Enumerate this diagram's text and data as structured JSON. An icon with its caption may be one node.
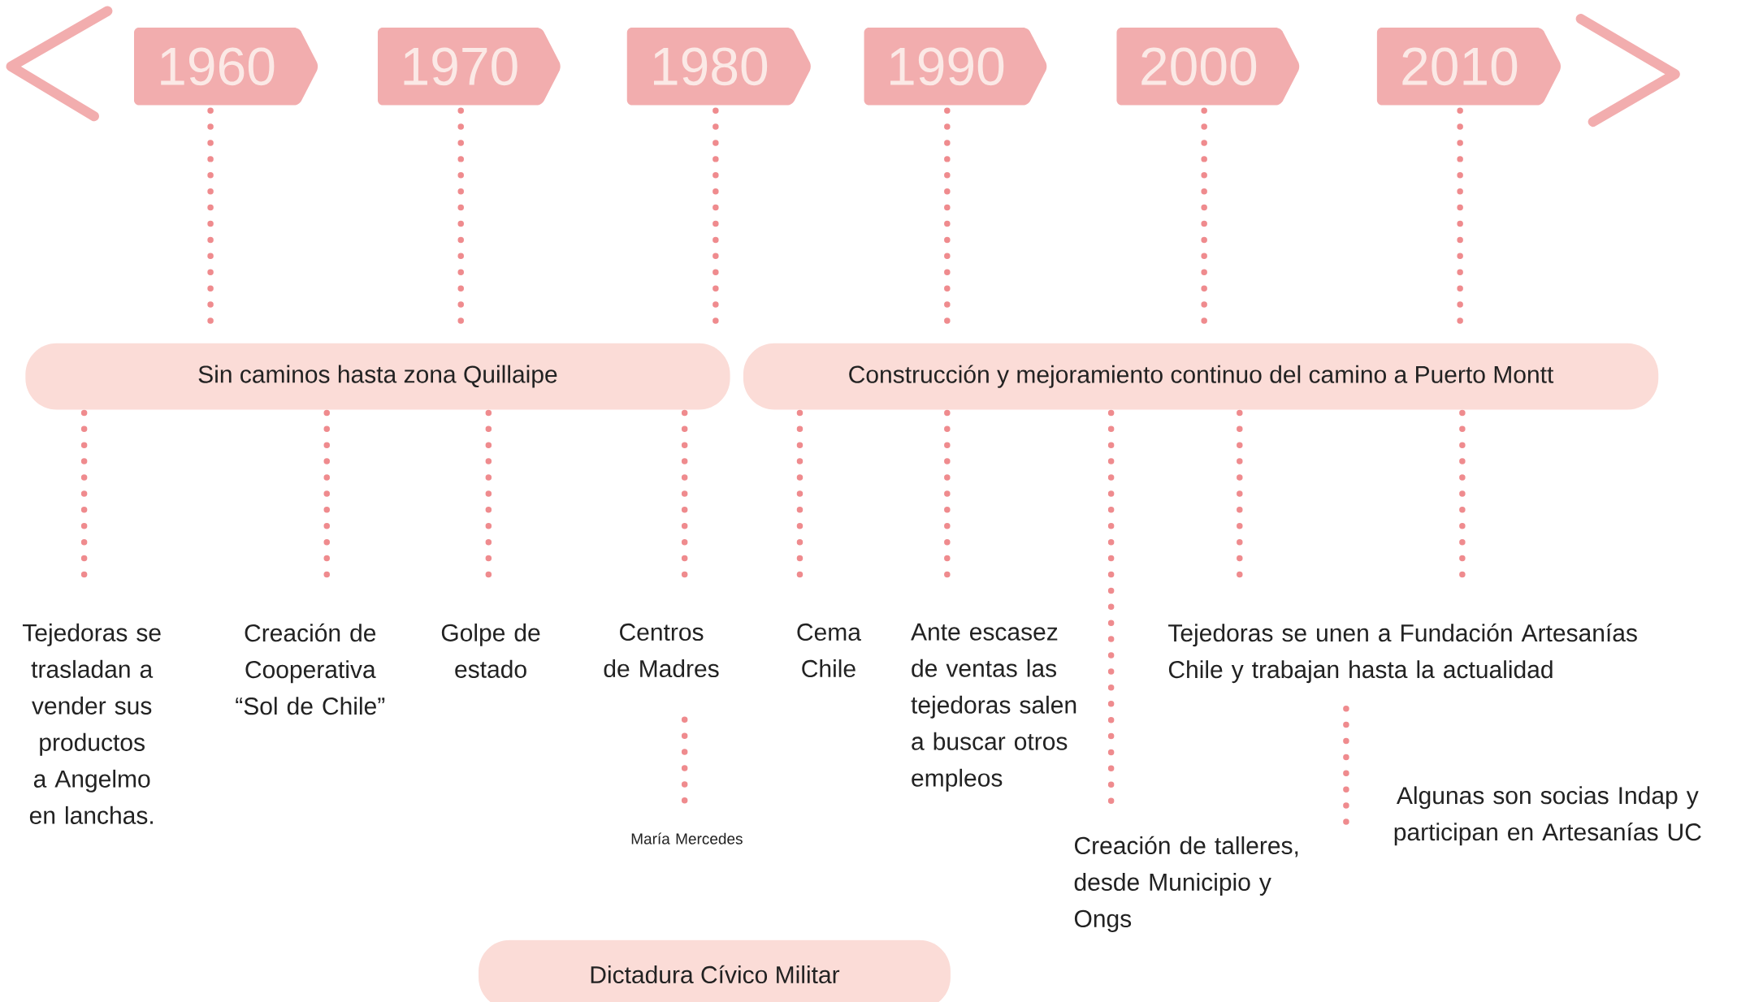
{
  "diagram": {
    "nodes": [
      {
        "text": [
          "1960"
        ]
      },
      {
        "text": [
          "1970"
        ]
      },
      {
        "text": [
          "1980"
        ]
      },
      {
        "text": [
          "1990"
        ]
      },
      {
        "text": [
          "2000"
        ]
      },
      {
        "text": [
          "2010"
        ]
      },
      {
        "text": [
          "Sin caminos hasta zona Quillaipe"
        ]
      },
      {
        "text": [
          "Construcción y mejoramiento continuo del camino a Puerto Montt"
        ]
      },
      {
        "text": [
          "Dictadura Cívico Militar"
        ]
      },
      {
        "text": [
          "Tejedoras se trasladan a vender sus productos a Angelmo en lanchas."
        ]
      },
      {
        "text": [
          "Creación de Cooperativa “Sol de Chile”"
        ]
      },
      {
        "text": [
          "Golpe de estado"
        ]
      },
      {
        "text": [
          "Centros de Madres"
        ]
      },
      {
        "text": [
          "María Mercedes"
        ]
      },
      {
        "text": [
          "Cema Chile"
        ]
      },
      {
        "text": [
          "Ante escasez de ventas las tejedoras salen a buscar otros empleos"
        ]
      },
      {
        "text": [
          "Creación de talleres, desde Municipio y Ongs"
        ]
      },
      {
        "text": [
          "Tejedoras se unen a Fundación Artesanías Chile y trabajan hasta la actualidad"
        ]
      },
      {
        "text": [
          "Algunas son socias Indap y participan en Artesanías UC"
        ]
      }
    ],
    "edges": [
      {
        "from": 0,
        "to": 6,
        "arrow": "none",
        "style": "dashed"
      },
      {
        "from": 1,
        "to": 6,
        "arrow": "none",
        "style": "dashed"
      },
      {
        "from": 2,
        "to": 6,
        "arrow": "none",
        "style": "dashed"
      },
      {
        "from": 3,
        "to": 7,
        "arrow": "none",
        "style": "dashed"
      },
      {
        "from": 4,
        "to": 7,
        "arrow": "none",
        "style": "dashed"
      },
      {
        "from": 5,
        "to": 7,
        "arrow": "none",
        "style": "dashed"
      },
      {
        "from": 6,
        "to": 9,
        "arrow": "none",
        "style": "dashed"
      },
      {
        "from": 6,
        "to": 10,
        "arrow": "none",
        "style": "dashed"
      },
      {
        "from": 6,
        "to": 11,
        "arrow": "none",
        "style": "dashed"
      },
      {
        "from": 6,
        "to": 12,
        "arrow": "none",
        "style": "dashed"
      },
      {
        "from": 12,
        "to": 13,
        "arrow": "none",
        "style": "dashed"
      },
      {
        "from": 7,
        "to": 14,
        "arrow": "none",
        "style": "dashed"
      },
      {
        "from": 7,
        "to": 15,
        "arrow": "none",
        "style": "dashed"
      },
      {
        "from": 7,
        "to": 16,
        "arrow": "none",
        "style": "dashed"
      },
      {
        "from": 7,
        "to": 17,
        "arrow": "none",
        "style": "dashed"
      },
      {
        "from": 7,
        "to": 17,
        "arrow": "none",
        "style": "dashed"
      },
      {
        "from": 17,
        "to": 18,
        "arrow": "none",
        "style": "dashed"
      }
    ]
  }
}
